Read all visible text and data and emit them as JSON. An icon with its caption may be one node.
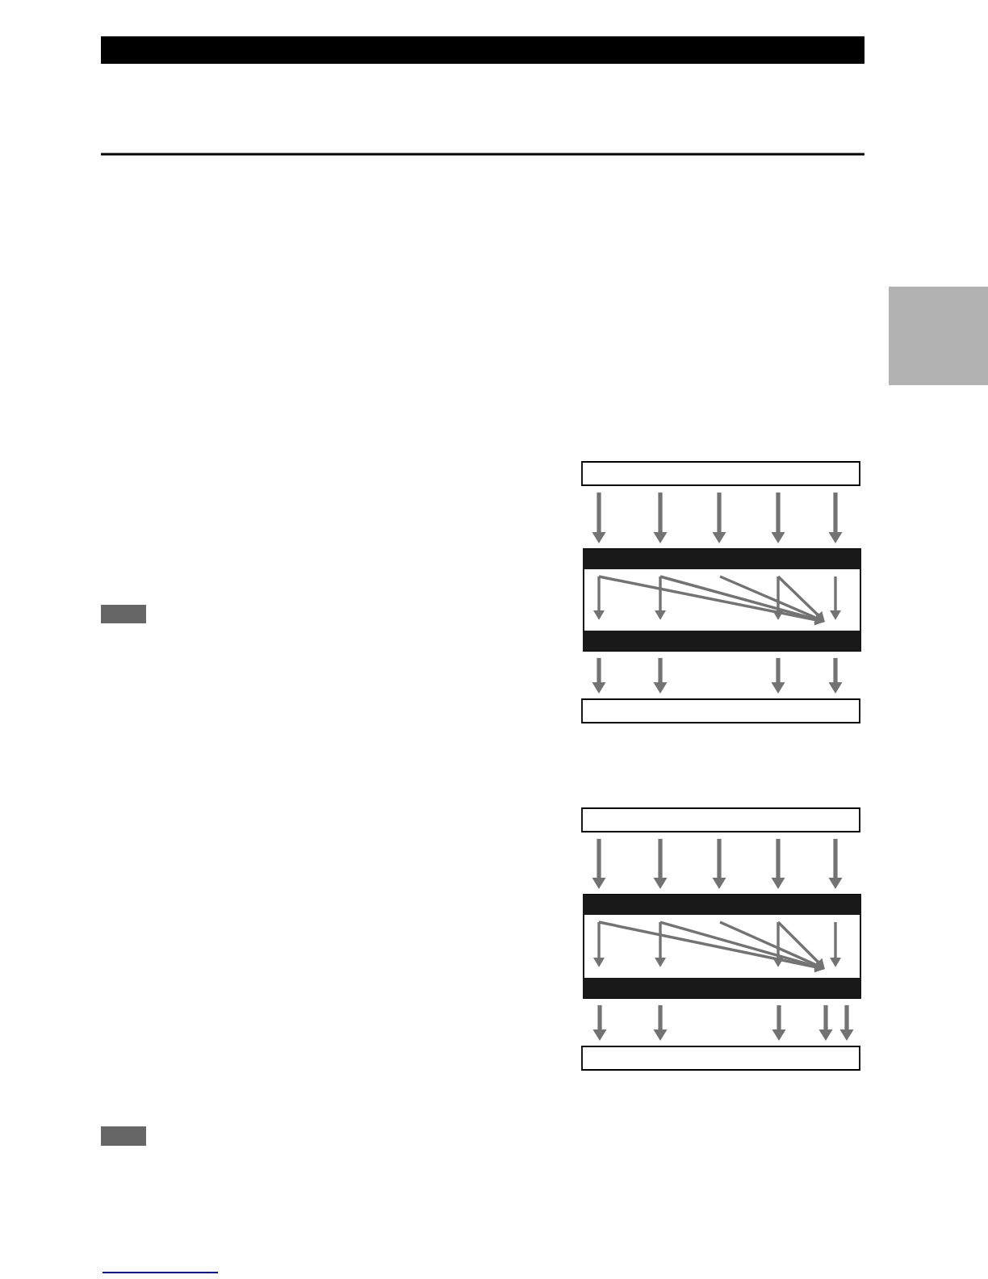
{
  "diagram": {
    "nodes": [
      {
        "text": [],
        "shape": "box"
      },
      {
        "text": [],
        "shape": "box"
      },
      {
        "text": [],
        "shape": "box"
      },
      {
        "text": [],
        "shape": "box"
      },
      {
        "text": [],
        "shape": "box"
      },
      {
        "text": [],
        "shape": "box"
      },
      {
        "text": [],
        "shape": "box"
      }
    ],
    "edges": [
      {
        "from": 0,
        "to": 1,
        "arrow": "to"
      },
      {
        "from": 0,
        "to": 1,
        "arrow": "to"
      },
      {
        "from": 0,
        "to": 1,
        "arrow": "to"
      },
      {
        "from": 0,
        "to": 1,
        "arrow": "to"
      },
      {
        "from": 0,
        "to": 1,
        "arrow": "to"
      },
      {
        "from": 1,
        "to": 2,
        "arrow": "to"
      },
      {
        "from": 1,
        "to": 2,
        "arrow": "to"
      },
      {
        "from": 1,
        "to": 2,
        "arrow": "to"
      },
      {
        "from": 1,
        "to": 2,
        "arrow": "to"
      },
      {
        "from": 3,
        "to": 4,
        "arrow": "to"
      },
      {
        "from": 3,
        "to": 4,
        "arrow": "to"
      },
      {
        "from": 3,
        "to": 4,
        "arrow": "to"
      },
      {
        "from": 3,
        "to": 4,
        "arrow": "to"
      },
      {
        "from": 3,
        "to": 4,
        "arrow": "to"
      },
      {
        "from": 4,
        "to": 5,
        "arrow": "to"
      },
      {
        "from": 4,
        "to": 5,
        "arrow": "to"
      },
      {
        "from": 4,
        "to": 5,
        "arrow": "to"
      },
      {
        "from": 4,
        "to": 5,
        "arrow": "to"
      },
      {
        "from": 4,
        "to": 5,
        "arrow": "to"
      }
    ]
  }
}
